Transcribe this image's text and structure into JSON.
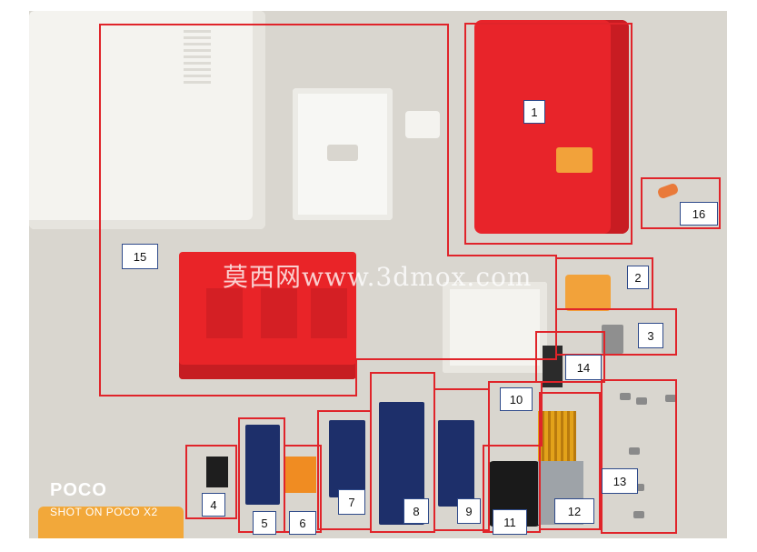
{
  "labels": [
    "1",
    "2",
    "3",
    "4",
    "5",
    "6",
    "7",
    "8",
    "9",
    "10",
    "11",
    "12",
    "13",
    "14",
    "15",
    "16"
  ],
  "watermark": "莫西网www.3dmox.com",
  "camera": {
    "brand": "POCO",
    "shot_on": "SHOT ON POCO X2"
  },
  "colors": {
    "box_outline": "#e0242a",
    "tag_border": "#2e4a8a",
    "tag_fill": "#ffffff"
  }
}
